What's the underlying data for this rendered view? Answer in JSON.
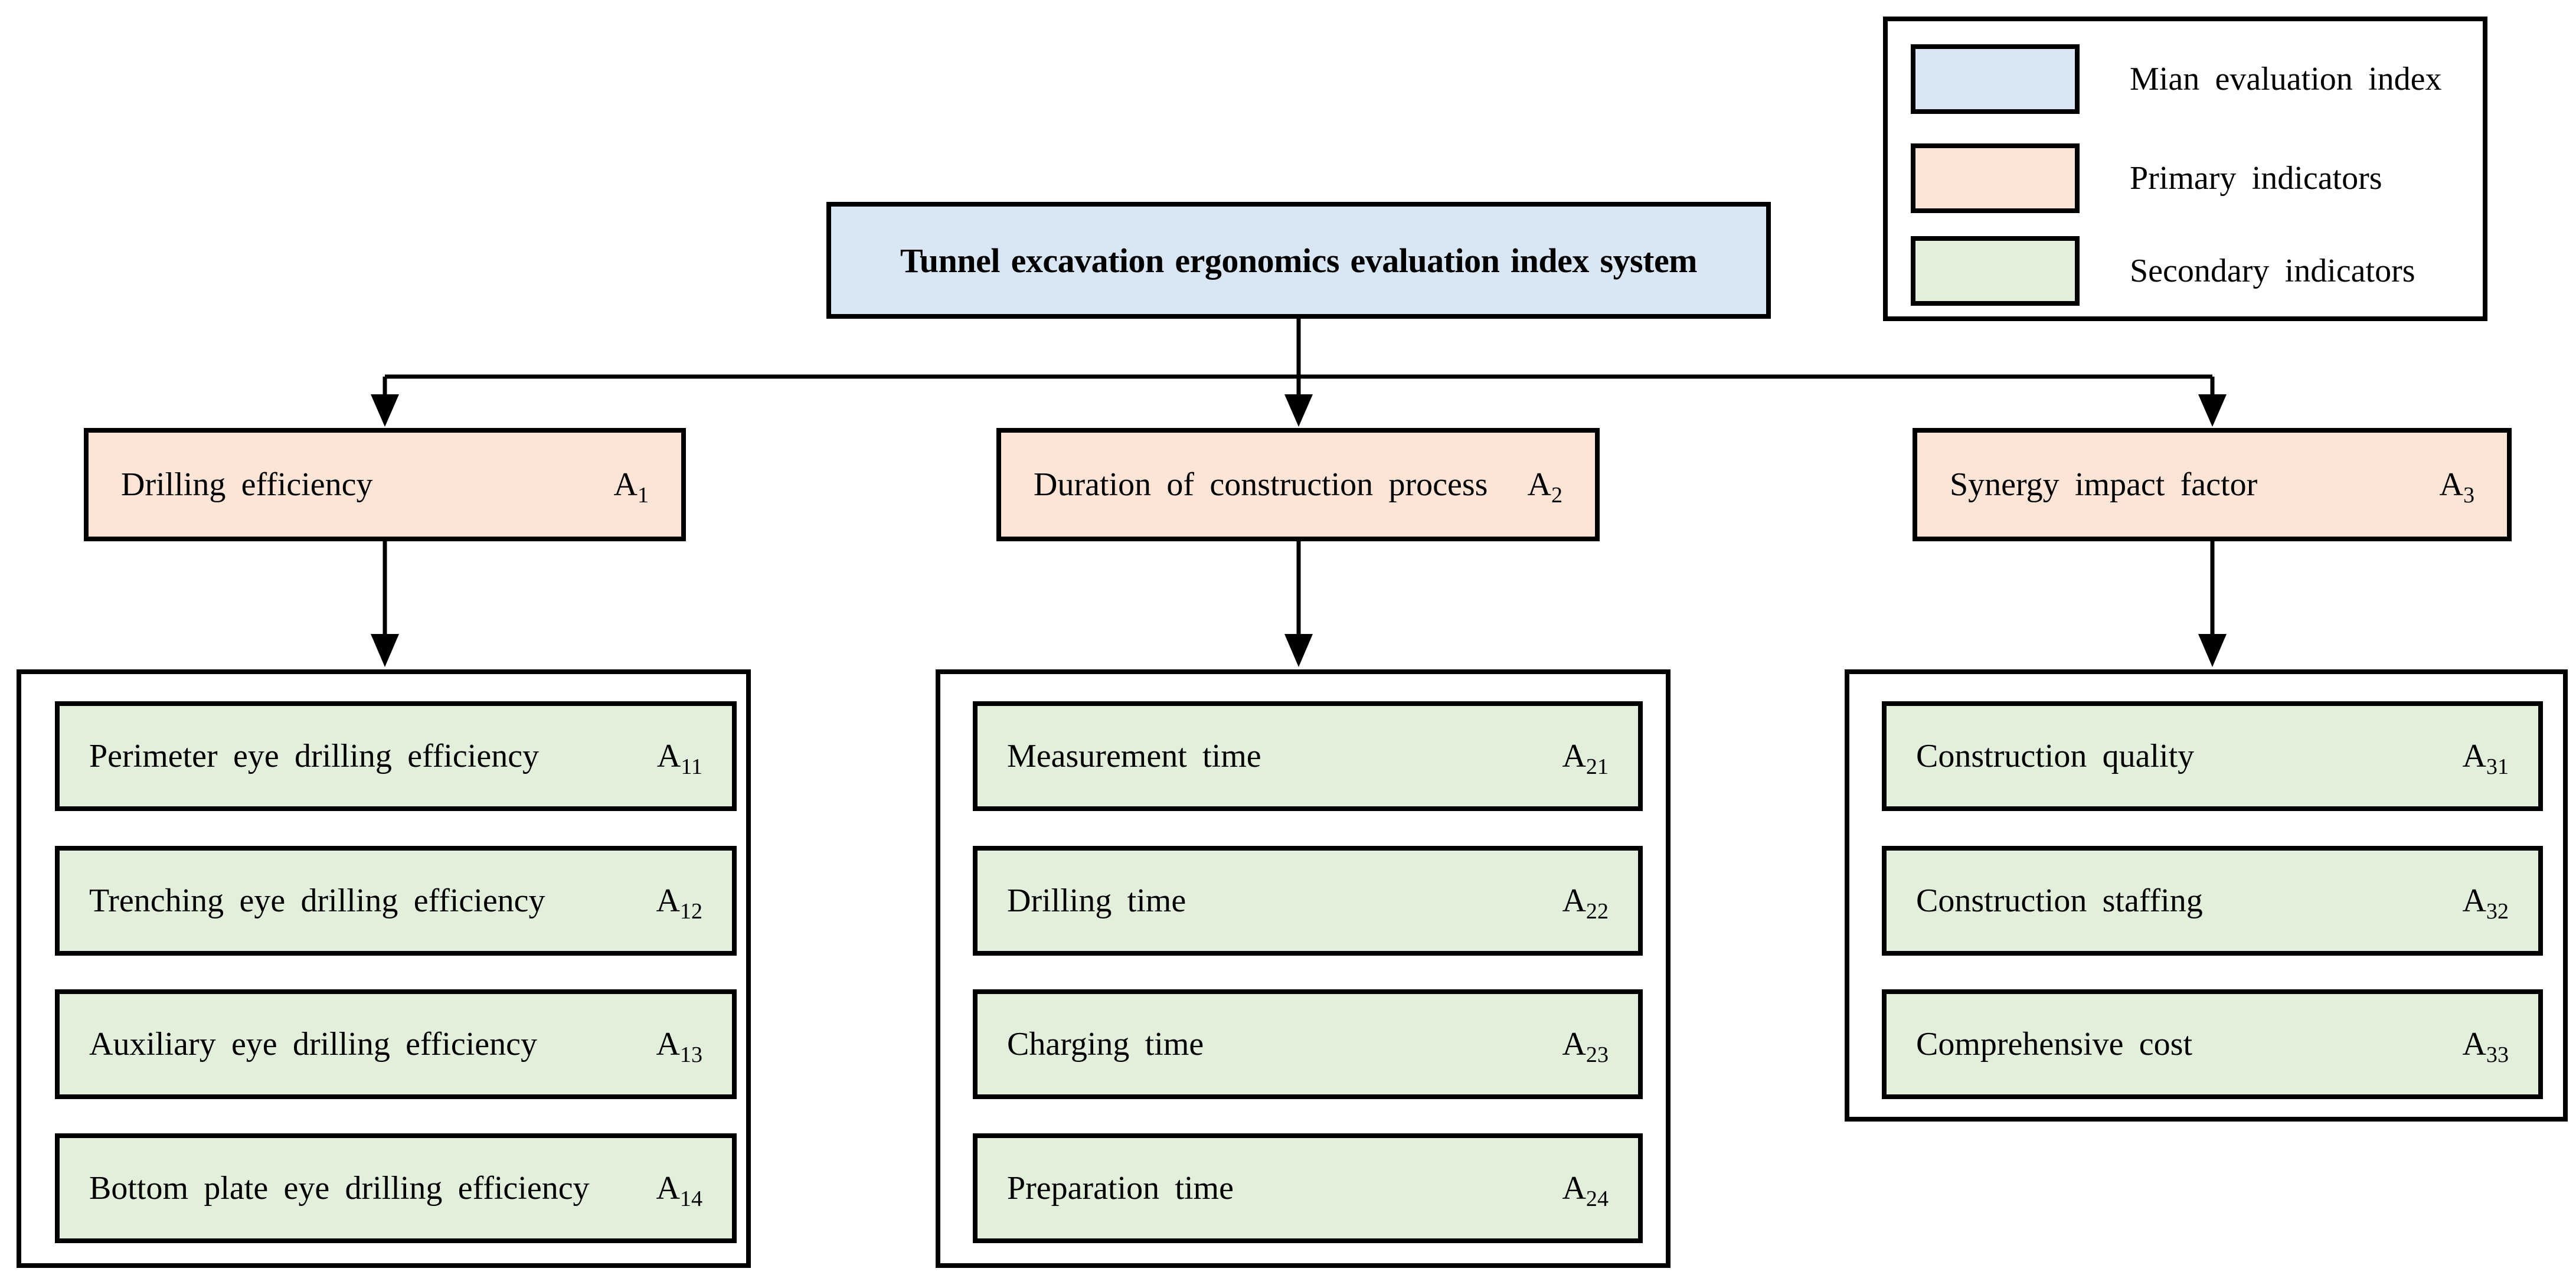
{
  "root": {
    "label": "Tunnel excavation ergonomics evaluation index system"
  },
  "legend": {
    "items": [
      {
        "label": "Mian evaluation index",
        "color": "#d8e7f3",
        "level": "main"
      },
      {
        "label": "Primary indicators",
        "color": "#fce4d6",
        "level": "primary"
      },
      {
        "label": "Secondary indicators",
        "color": "#e2efda",
        "level": "secondary"
      }
    ]
  },
  "colors": {
    "main_fill": "#d8e7f3",
    "primary_fill": "#fce4d6",
    "secondary_fill": "#e2efda",
    "line": "#000000",
    "background": "#ffffff"
  },
  "branches": [
    {
      "label": "Drilling  efficiency",
      "code_base": "A",
      "code_sub": "1",
      "children": [
        {
          "label": "Perimeter eye drilling efficiency",
          "code_base": "A",
          "code_sub": "11"
        },
        {
          "label": "Trenching eye drilling efficiency",
          "code_base": "A",
          "code_sub": "12"
        },
        {
          "label": "Auxiliary eye drilling efficiency",
          "code_base": "A",
          "code_sub": "13"
        },
        {
          "label": "Bottom plate eye drilling efficiency",
          "code_base": "A",
          "code_sub": "14"
        }
      ]
    },
    {
      "label": "Duration of construction process",
      "code_base": "A",
      "code_sub": "2",
      "children": [
        {
          "label": "Measurement time",
          "code_base": "A",
          "code_sub": "21"
        },
        {
          "label": "Drilling time",
          "code_base": "A",
          "code_sub": "22"
        },
        {
          "label": "Charging time",
          "code_base": "A",
          "code_sub": "23"
        },
        {
          "label": "Preparation time",
          "code_base": "A",
          "code_sub": "24"
        }
      ]
    },
    {
      "label": "Synergy impact factor",
      "code_base": "A",
      "code_sub": "3",
      "children": [
        {
          "label": "Construction quality",
          "code_base": "A",
          "code_sub": "31"
        },
        {
          "label": "Construction staffing",
          "code_base": "A",
          "code_sub": "32"
        },
        {
          "label": "Comprehensive cost",
          "code_base": "A",
          "code_sub": "33"
        }
      ]
    }
  ]
}
